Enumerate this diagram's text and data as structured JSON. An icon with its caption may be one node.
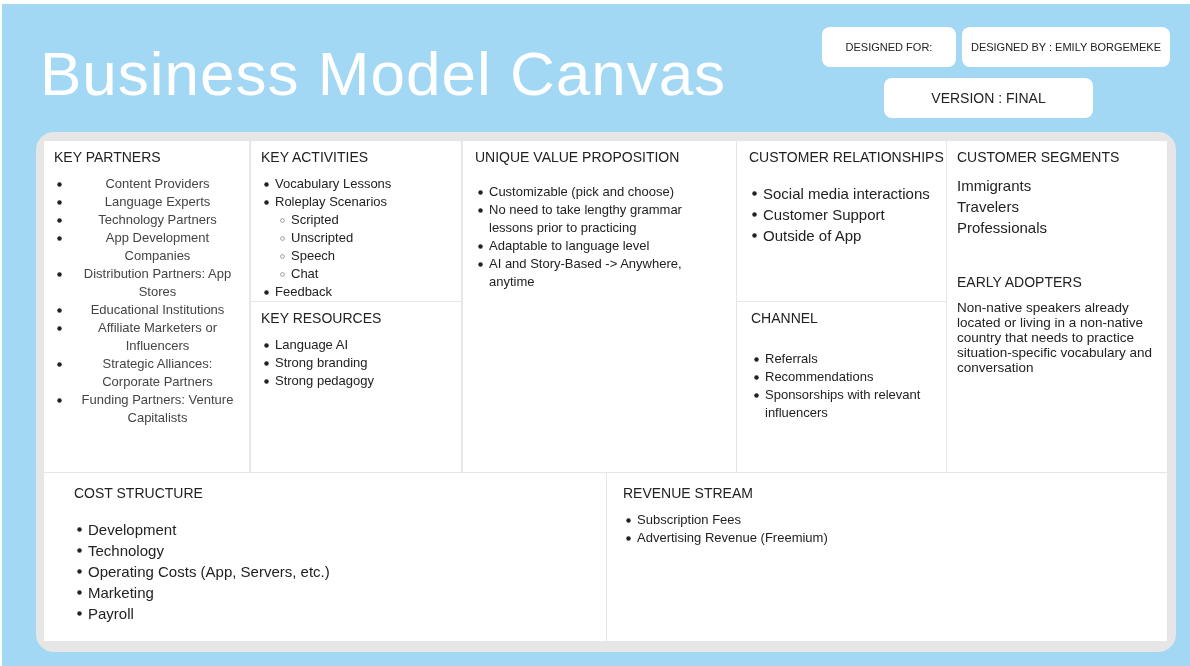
{
  "diagram": {
    "title": "Business Model Canvas",
    "nodes": [
      {
        "text": [
          "DESIGNED FOR:"
        ]
      },
      {
        "text": [
          "DESIGNED BY : EMILY BORGEMEKE"
        ]
      },
      {
        "text": [
          "VERSION : FINAL"
        ]
      },
      {
        "text": [
          "KEY PARTNERS",
          "Content Providers",
          "Language Experts",
          "Technology Partners",
          "App Development Companies",
          "Distribution Partners: App Stores",
          "Educational Institutions",
          "Affiliate Marketers or Influencers",
          "Strategic Alliances: Corporate Partners",
          "Funding Partners: Venture Capitalists"
        ]
      },
      {
        "text": [
          "KEY ACTIVITIES",
          "Vocabulary Lessons",
          "Roleplay Scenarios",
          "Scripted",
          "Unscripted",
          "Speech",
          "Chat",
          "Feedback"
        ]
      },
      {
        "text": [
          "KEY RESOURCES",
          "Language AI",
          "Strong branding",
          "Strong pedagogy"
        ]
      },
      {
        "text": [
          "UNIQUE VALUE PROPOSITION",
          "Customizable (pick and choose)",
          "No need to take lengthy grammar lessons prior to practicing",
          "Adaptable to language level",
          "AI and Story-Based -> Anywhere, anytime"
        ]
      },
      {
        "text": [
          "CUSTOMER RELATIONSHIPS",
          "Social media interactions",
          "Customer Support",
          "Outside of App"
        ]
      },
      {
        "text": [
          "CHANNEL",
          "Referrals",
          "Recommendations",
          "Sponsorships with relevant influencers"
        ]
      },
      {
        "text": [
          "CUSTOMER SEGMENTS",
          "Immigrants",
          "Travelers",
          "Professionals",
          "EARLY ADOPTERS",
          "Non-native speakers already located or living in a non-native country that needs to practice situation-specific vocabulary and conversation"
        ]
      },
      {
        "text": [
          "COST STRUCTURE",
          "Development",
          "Technology",
          "Operating Costs (App, Servers, etc.)",
          "Marketing",
          "Payroll"
        ]
      },
      {
        "text": [
          "REVENUE STREAM",
          "Subscription Fees",
          "Advertising Revenue (Freemium)"
        ]
      }
    ],
    "edges": []
  }
}
